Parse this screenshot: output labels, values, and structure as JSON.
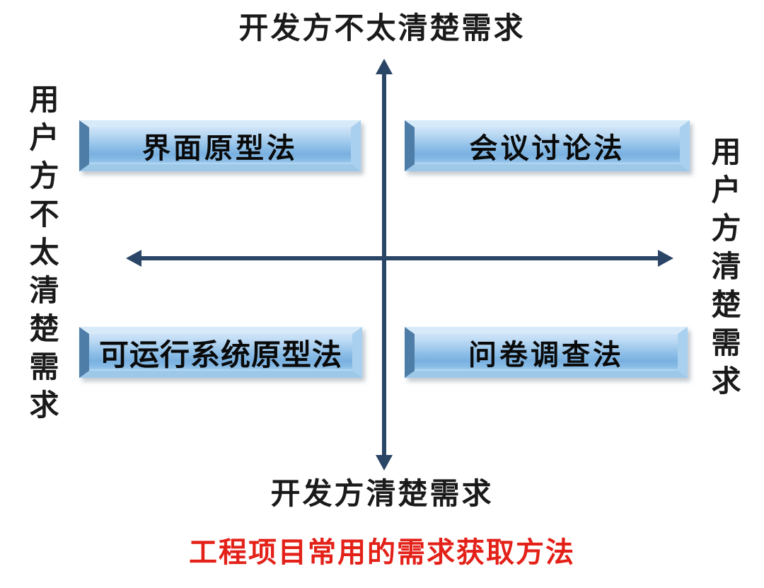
{
  "diagram": {
    "caption": "工程项目常用的需求获取方法",
    "axes": {
      "top_label": "开发方不太清楚需求",
      "bottom_label": "开发方清楚需求",
      "left_label": "用户方不太清楚需求",
      "right_label": "用户方清楚需求",
      "line_color": "#2b4566"
    },
    "quadrants": [
      {
        "position": "top-left",
        "label": "界面原型法"
      },
      {
        "position": "top-right",
        "label": "会议讨论法"
      },
      {
        "position": "bottom-left",
        "label": "可运行系统原型法"
      },
      {
        "position": "bottom-right",
        "label": "问卷调查法"
      }
    ],
    "colors": {
      "box_fill_light": "#cfe4f7",
      "box_fill_mid": "#8fc0e8",
      "box_fill_dark": "#79b0e0",
      "box_bevel_dark": "#4e7ea8",
      "box_bevel_light": "#d7eaf9",
      "axis": "#2b4566",
      "caption_red": "#e32119",
      "text_black": "#0a0a0a",
      "background": "#ffffff"
    }
  }
}
